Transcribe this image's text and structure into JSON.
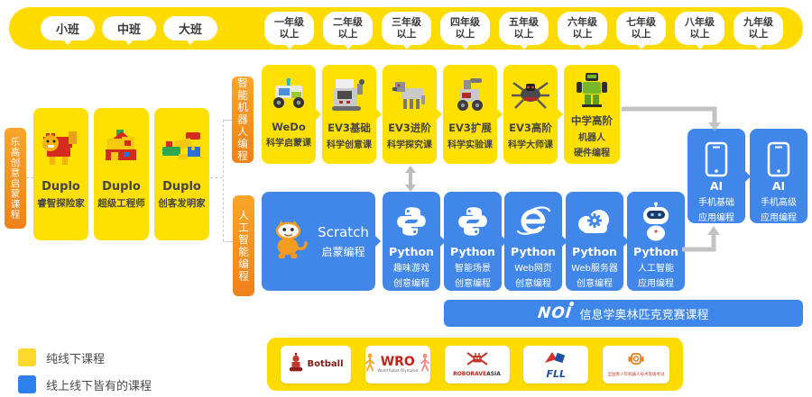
{
  "colors": {
    "bar_yellow": "#ffdc00",
    "card_yellow": "#ffe000",
    "card_blue": "#4187ea",
    "tab_orange": "#f79421",
    "legend_yellow": "#ffd92b",
    "legend_blue": "#2e7ff0",
    "arrow_gray": "#bdbdbd"
  },
  "grades": {
    "small_classes": [
      "小班",
      "中班",
      "大班"
    ],
    "grade_levels": [
      "一年级",
      "二年级",
      "三年级",
      "四年级",
      "五年级",
      "六年级",
      "七年级",
      "八年级",
      "九年级"
    ],
    "suffix": "以上"
  },
  "lego": {
    "tab": "乐高创意启蒙课程",
    "cards": [
      {
        "title": "Duplo",
        "subtitle": "睿智探险家",
        "icon": "duplo-lion"
      },
      {
        "title": "Duplo",
        "subtitle": "超级工程师",
        "icon": "duplo-house"
      },
      {
        "title": "Duplo",
        "subtitle": "创客发明家",
        "icon": "duplo-plane"
      }
    ]
  },
  "robot": {
    "tab": "智能机器人编程",
    "cards": [
      {
        "line1": "WeDo",
        "line2": "科学启蒙课",
        "icon": "wedo-robot"
      },
      {
        "line1": "EV3基础",
        "line2": "科学创意课",
        "icon": "ev3-brick-robot"
      },
      {
        "line1": "EV3进阶",
        "line2": "科学探究课",
        "icon": "ev3-dog-robot"
      },
      {
        "line1": "EV3扩展",
        "line2": "科学实验课",
        "icon": "ev3-wheel-robot"
      },
      {
        "line1": "EV3高阶",
        "line2": "科学大师课",
        "icon": "ev3-spider-robot"
      },
      {
        "line1": "中学高阶",
        "line2": "机器人",
        "line3": "硬件编程",
        "icon": "humanoid-robot"
      }
    ]
  },
  "ai": {
    "tab": "人工智能编程",
    "scratch": {
      "title": "Scratch",
      "subtitle": "启蒙编程",
      "icon": "scratch-cat"
    },
    "cards": [
      {
        "line1": "Python",
        "line2": "趣味游戏",
        "line3": "创意编程",
        "icon": "python-logo"
      },
      {
        "line1": "Python",
        "line2": "智能场景",
        "line3": "创意编程",
        "icon": "python-logo"
      },
      {
        "line1": "Python",
        "line2": "Web网页",
        "line3": "创意编程",
        "icon": "ie-browser"
      },
      {
        "line1": "Python",
        "line2": "Web服务器",
        "line3": "创意编程",
        "icon": "cloud-gear"
      },
      {
        "line1": "Python",
        "line2": "人工智能",
        "line3": "应用编程",
        "icon": "ai-robot"
      }
    ]
  },
  "mobile": {
    "cards": [
      {
        "line1": "AI",
        "line2": "手机基础",
        "line3": "应用编程",
        "icon": "smartphone"
      },
      {
        "line1": "AI",
        "line2": "手机高级",
        "line3": "应用编程",
        "icon": "smartphone"
      }
    ]
  },
  "noi": {
    "logo": "NOI",
    "label": "信息学奥林匹克竞赛课程"
  },
  "competitions": [
    {
      "name": "Botball"
    },
    {
      "name": "WRO",
      "sub": "World Robot Olympiad"
    },
    {
      "name": "ROBORAVE",
      "sub": "ASIA"
    },
    {
      "name": "FLL"
    },
    {
      "name": "全国青少年机器人技术等级考试"
    }
  ],
  "legend": {
    "items": [
      {
        "label": "纯线下课程"
      },
      {
        "label": "线上线下皆有的课程"
      }
    ]
  }
}
